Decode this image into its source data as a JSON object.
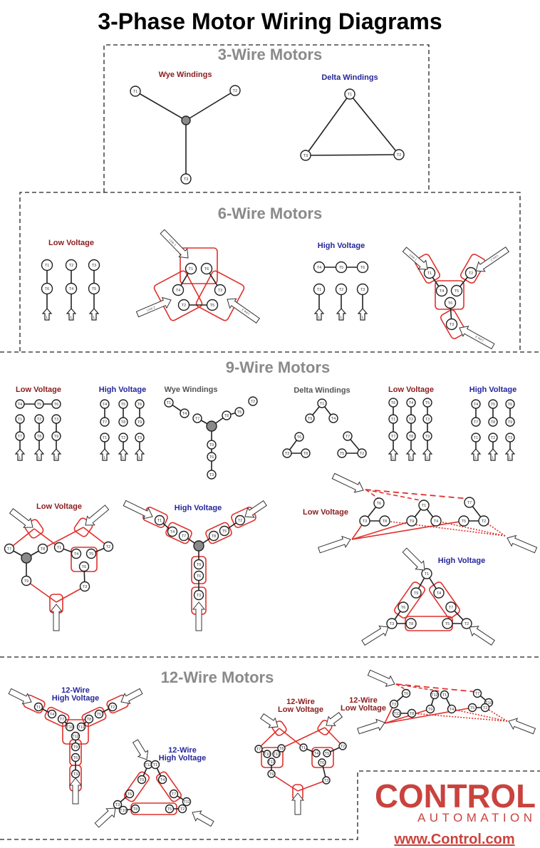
{
  "title": "3-Phase Motor Wiring Diagrams",
  "three_wire": {
    "heading": "3-Wire Motors",
    "wye": {
      "label": "Wye Windings",
      "terminals": [
        "T1",
        "T2",
        "T3"
      ]
    },
    "delta": {
      "label": "Delta Windings",
      "terminals": [
        "T1",
        "T2",
        "T3"
      ]
    }
  },
  "six_wire": {
    "heading": "6-Wire Motors",
    "line_marker": "L",
    "low_voltage": {
      "label": "Low Voltage",
      "terminals": [
        "T1",
        "T2",
        "T3",
        "T6",
        "T4",
        "T5"
      ]
    },
    "low_voltage_delta": {
      "terminals": [
        "T1",
        "T6",
        "T4",
        "T3",
        "T2",
        "T5"
      ],
      "lines": [
        "Line 1",
        "Line 2",
        "Line 3"
      ]
    },
    "high_voltage": {
      "label": "High Voltage",
      "terminals": [
        "T4",
        "T5",
        "T6",
        "T1",
        "T2",
        "T3"
      ]
    },
    "high_voltage_wye": {
      "terminals": [
        "T1",
        "T2",
        "T4",
        "T5",
        "T6",
        "T3"
      ],
      "lines": [
        "Line 1",
        "Line 2",
        "Line 3"
      ]
    }
  },
  "nine_wire": {
    "heading": "9-Wire Motors",
    "line_marker": "L",
    "low_voltage_1": {
      "label": "Low Voltage",
      "terminals": [
        "T4",
        "T5",
        "T6",
        "T1",
        "T2",
        "T3",
        "T7",
        "T8",
        "T9"
      ]
    },
    "high_voltage_1": {
      "label": "High Voltage",
      "terminals": [
        "T4",
        "T5",
        "T6",
        "T7",
        "T8",
        "T9",
        "T1",
        "T2",
        "T3"
      ]
    },
    "wye": {
      "label": "Wye Windings",
      "terminals": [
        "T1",
        "T4",
        "T7",
        "T8",
        "T5",
        "T2",
        "T9",
        "T6",
        "T3"
      ]
    },
    "delta": {
      "label": "Delta Windings",
      "terminals": [
        "T1",
        "T9",
        "T4",
        "T6",
        "T3",
        "T8",
        "T7",
        "T5",
        "T2"
      ]
    },
    "low_voltage_2": {
      "label": "Low Voltage",
      "terminals": [
        "T6",
        "T4",
        "T5",
        "T1",
        "T2",
        "T3",
        "T7",
        "T8",
        "T9"
      ]
    },
    "high_voltage_2": {
      "label": "High Voltage",
      "terminals": [
        "T4",
        "T5",
        "T6",
        "T7",
        "T8",
        "T9",
        "T1",
        "T2",
        "T3"
      ]
    },
    "low_voltage_wye": {
      "label": "Low Voltage",
      "terminals": [
        "T7",
        "T8",
        "T9",
        "T1",
        "T4",
        "T5",
        "T6",
        "T2",
        "T3"
      ]
    },
    "high_voltage_wye": {
      "label": "High Voltage",
      "terminals": [
        "T1",
        "T4",
        "T7",
        "T8",
        "T5",
        "T2",
        "T9",
        "T6",
        "T3"
      ]
    },
    "low_voltage_delta": {
      "label": "Low Voltage",
      "terminals": [
        "T6",
        "T3",
        "T8",
        "T1",
        "T9",
        "T4",
        "T7",
        "T5",
        "T2"
      ]
    },
    "high_voltage_delta": {
      "label": "High Voltage",
      "terminals": [
        "T1",
        "T9",
        "T4",
        "T6",
        "T7",
        "T3",
        "T8",
        "T5",
        "T2"
      ]
    }
  },
  "twelve_wire": {
    "heading": "12-Wire Motors",
    "high_voltage_wye": {
      "label_1": "12-Wire",
      "label_2": "High Voltage",
      "terminals": [
        "T1",
        "T4",
        "T7",
        "T10",
        "T11",
        "T12",
        "T8",
        "T5",
        "T2",
        "T9",
        "T6",
        "T3"
      ]
    },
    "high_voltage_delta": {
      "label_1": "12-Wire",
      "label_2": "High Voltage",
      "terminals": [
        "T12",
        "T1",
        "T9",
        "T4",
        "T6",
        "T7",
        "T3",
        "T10",
        "T8",
        "T5",
        "T2",
        "T11"
      ]
    },
    "low_voltage_wye": {
      "label_1": "12-Wire",
      "label_2": "Low Voltage",
      "terminals": [
        "T7",
        "T10",
        "T11",
        "T12",
        "T8",
        "T9",
        "T1",
        "T4",
        "T5",
        "T6",
        "T2",
        "T3"
      ]
    },
    "low_voltage_delta": {
      "label_1": "12-Wire",
      "label_2": "Low Voltage",
      "terminals": [
        "T6",
        "T3",
        "T11",
        "T8",
        "T12",
        "T1",
        "T9",
        "T4",
        "T7",
        "T10",
        "T5",
        "T2"
      ]
    }
  },
  "brand": {
    "name": "CONTROL",
    "sub": "AUTOMATION",
    "url": "www.Control.com"
  },
  "colors": {
    "wire_red": "#e0302c",
    "low_voltage": "#8b1c1c",
    "high_voltage": "#26269a",
    "brand": "#c9433e",
    "heading": "#8a8a8a"
  }
}
